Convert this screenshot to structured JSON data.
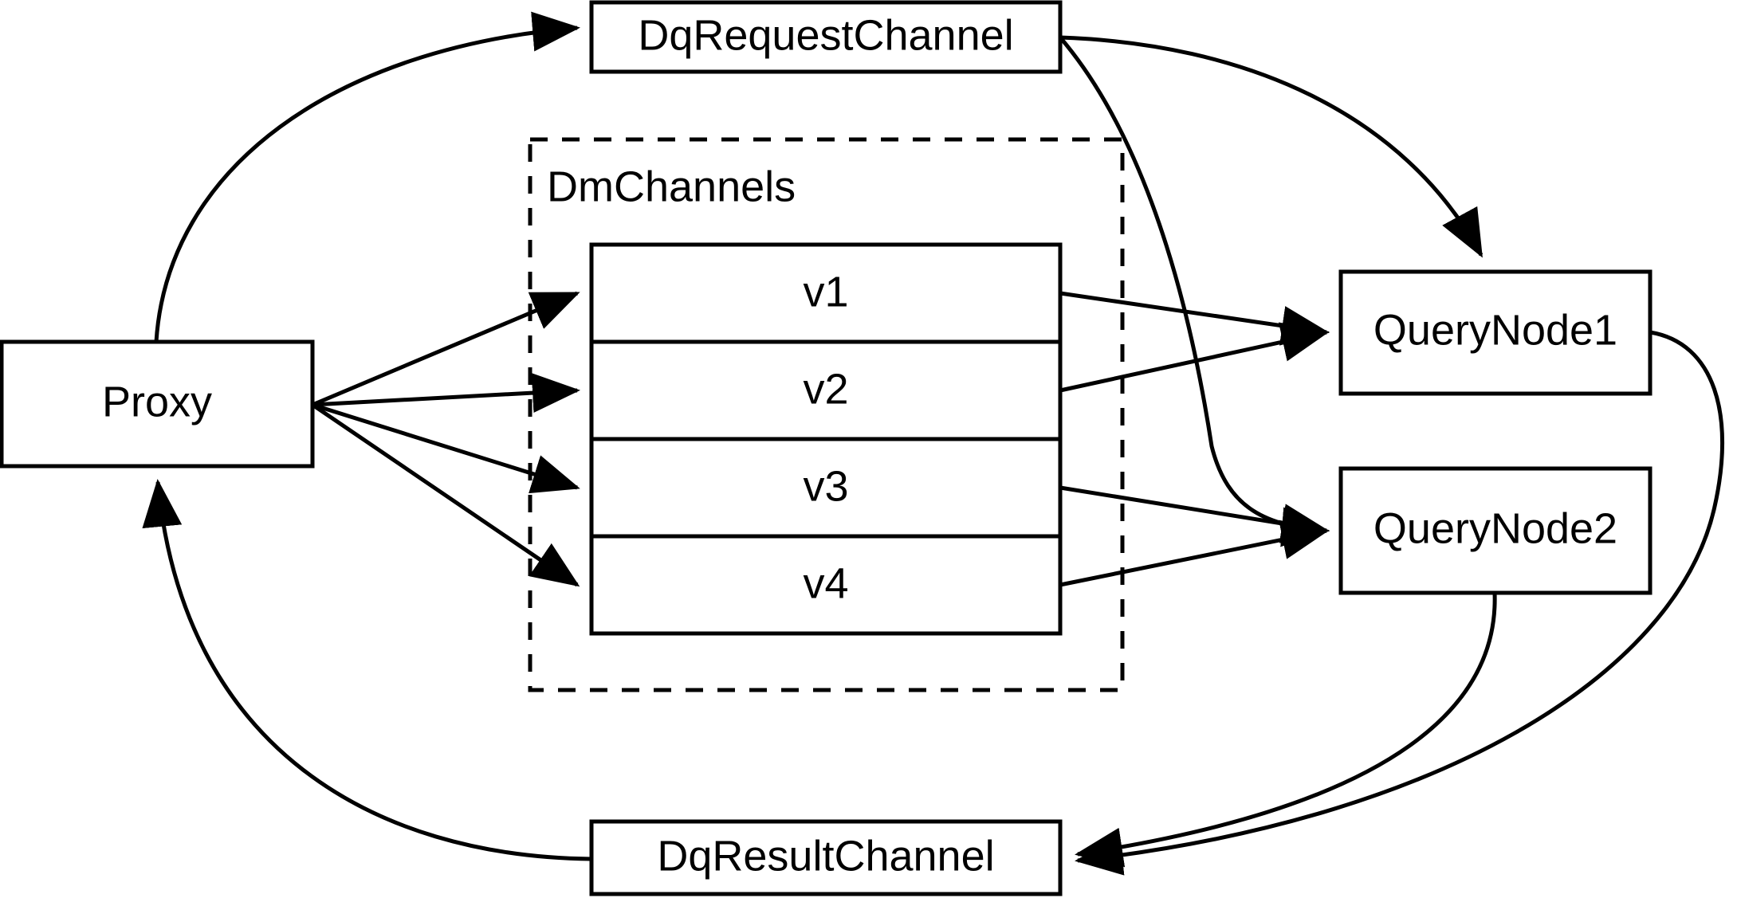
{
  "diagram": {
    "title": "Milvus distributed query channel flow",
    "background_color": "#ffffff",
    "stroke_color": "#000000",
    "nodes": {
      "dq_request_channel": {
        "label": "DqRequestChannel"
      },
      "dq_result_channel": {
        "label": "DqResultChannel"
      },
      "proxy": {
        "label": "Proxy"
      },
      "query_node_1": {
        "label": "QueryNode1"
      },
      "query_node_2": {
        "label": "QueryNode2"
      }
    },
    "group": {
      "label": "DmChannels",
      "style": "dashed",
      "channels": [
        {
          "label": "v1"
        },
        {
          "label": "v2"
        },
        {
          "label": "v3"
        },
        {
          "label": "v4"
        }
      ]
    },
    "edges": [
      {
        "from": "Proxy",
        "to": "DqRequestChannel",
        "style": "curved",
        "arrow": true
      },
      {
        "from": "DqRequestChannel",
        "to": "QueryNode1",
        "style": "curved",
        "arrow": true
      },
      {
        "from": "DqRequestChannel",
        "to": "QueryNode2",
        "style": "curved",
        "arrow": true
      },
      {
        "from": "Proxy",
        "to": "v1",
        "style": "straight",
        "arrow": true
      },
      {
        "from": "Proxy",
        "to": "v2",
        "style": "straight",
        "arrow": true
      },
      {
        "from": "Proxy",
        "to": "v3",
        "style": "straight",
        "arrow": true
      },
      {
        "from": "Proxy",
        "to": "v4",
        "style": "straight",
        "arrow": true
      },
      {
        "from": "v1",
        "to": "QueryNode1",
        "style": "straight",
        "arrow": true
      },
      {
        "from": "v2",
        "to": "QueryNode1",
        "style": "straight",
        "arrow": true
      },
      {
        "from": "v3",
        "to": "QueryNode2",
        "style": "straight",
        "arrow": true
      },
      {
        "from": "v4",
        "to": "QueryNode2",
        "style": "straight",
        "arrow": true
      },
      {
        "from": "QueryNode1",
        "to": "DqResultChannel",
        "style": "curved",
        "arrow": true
      },
      {
        "from": "QueryNode2",
        "to": "DqResultChannel",
        "style": "curved",
        "arrow": true
      },
      {
        "from": "DqResultChannel",
        "to": "Proxy",
        "style": "curved",
        "arrow": true
      }
    ]
  }
}
